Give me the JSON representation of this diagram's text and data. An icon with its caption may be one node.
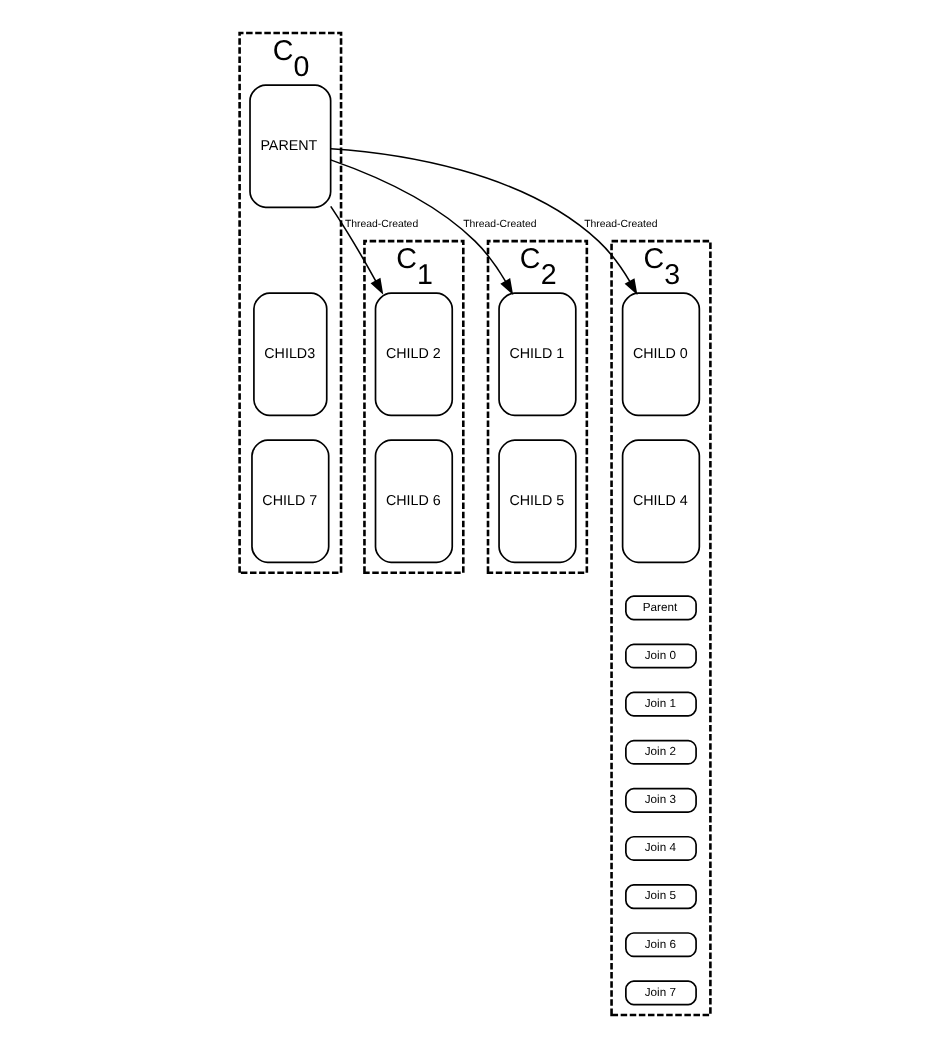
{
  "diagram": {
    "nodes": [
      {
        "text": [
          "C$_{0}$"
        ]
      },
      {
        "text": [
          "C$_{1}$"
        ]
      },
      {
        "text": [
          "C$_{2}$"
        ]
      },
      {
        "text": [
          "C$_{3}$"
        ]
      },
      {
        "text": [
          "PARENT"
        ],
        "in": 0
      },
      {
        "text": [
          "CHILD3"
        ],
        "in": 0
      },
      {
        "text": [
          "CHILD 7"
        ],
        "in": 0
      },
      {
        "text": [
          "CHILD 2"
        ],
        "in": 1
      },
      {
        "text": [
          "CHILD 6"
        ],
        "in": 1
      },
      {
        "text": [
          "CHILD 1"
        ],
        "in": 2
      },
      {
        "text": [
          "CHILD 5"
        ],
        "in": 2
      },
      {
        "text": [
          "CHILD 0"
        ],
        "in": 3
      },
      {
        "text": [
          "CHILD 4"
        ],
        "in": 3
      },
      {
        "text": [
          "Parent"
        ],
        "in": 3
      },
      {
        "text": [
          "Join 0"
        ],
        "in": 3
      },
      {
        "text": [
          "Join 1"
        ],
        "in": 3
      },
      {
        "text": [
          "Join 2"
        ],
        "in": 3
      },
      {
        "text": [
          "Join 3"
        ],
        "in": 3
      },
      {
        "text": [
          "Join 4"
        ],
        "in": 3
      },
      {
        "text": [
          "Join 5"
        ],
        "in": 3
      },
      {
        "text": [
          "Join 6"
        ],
        "in": 3
      },
      {
        "text": [
          "Join 7"
        ],
        "in": 3
      }
    ],
    "edges": [
      {
        "from": 4,
        "to": 11,
        "arrow": "to",
        "label": "Thread-Created"
      },
      {
        "from": 4,
        "to": 9,
        "arrow": "to",
        "label": "Thread-Created"
      },
      {
        "from": 4,
        "to": 7,
        "arrow": "to",
        "label": "Thread-Created"
      }
    ]
  }
}
